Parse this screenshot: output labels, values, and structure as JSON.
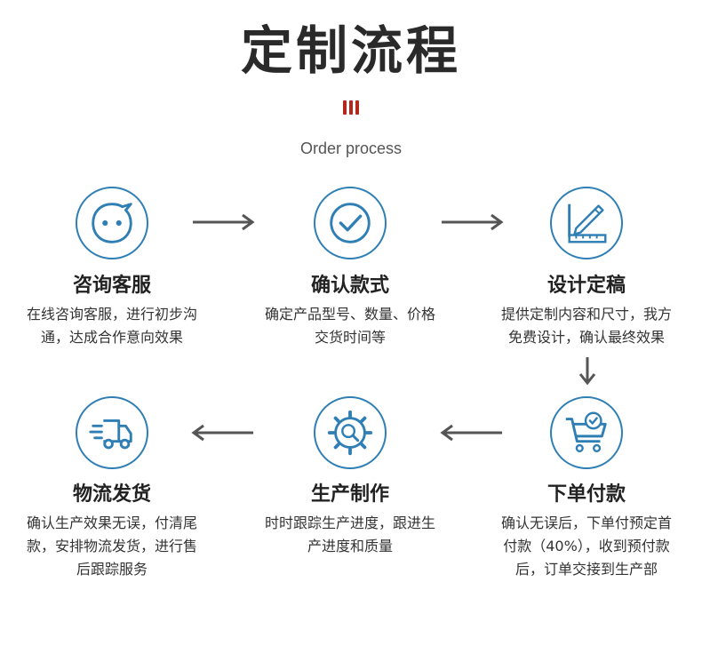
{
  "header": {
    "title": "定制流程",
    "subtitle": "Order process"
  },
  "colors": {
    "accent": "#2f7fb5",
    "decor": "#b3271d",
    "arrow": "#555555"
  },
  "steps": [
    {
      "title": "咨询客服",
      "desc_lines": [
        "在线咨询客服，进行初步沟",
        "通，达成合作意向效果"
      ],
      "icon": "chat-bubble-icon"
    },
    {
      "title": "确认款式",
      "desc_lines": [
        "确定产品型号、数量、价格",
        "交货时间等"
      ],
      "icon": "checkmark-icon"
    },
    {
      "title": "设计定稿",
      "desc_lines": [
        "提供定制内容和尺寸，我方",
        "免费设计，确认最终效果"
      ],
      "icon": "design-ruler-pen-icon"
    },
    {
      "title": "下单付款",
      "desc_lines": [
        "确认无误后，下单付预定首",
        "付款（40%），收到预付款",
        "后，订单交接到生产部"
      ],
      "icon": "shopping-cart-check-icon"
    },
    {
      "title": "生产制作",
      "desc_lines": [
        "时时跟踪生产进度，跟进生",
        "产进度和质量"
      ],
      "icon": "gear-search-icon"
    },
    {
      "title": "物流发货",
      "desc_lines": [
        "确认生产效果无误，付清尾",
        "款，安排物流发货，进行售",
        "后跟踪服务"
      ],
      "icon": "delivery-truck-icon"
    }
  ]
}
